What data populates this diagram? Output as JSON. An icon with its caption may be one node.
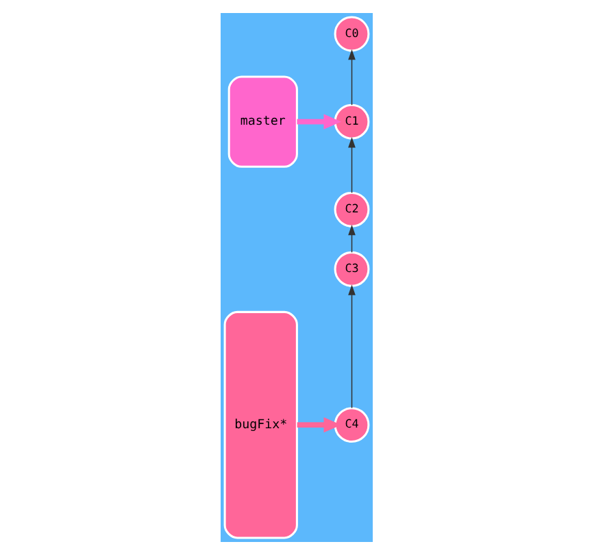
{
  "diagram": {
    "nodes": [
      {
        "text": [
          "C0"
        ]
      },
      {
        "text": [
          "C1"
        ]
      },
      {
        "text": [
          "C2"
        ]
      },
      {
        "text": [
          "C3"
        ]
      },
      {
        "text": [
          "C4"
        ]
      },
      {
        "text": [
          "master"
        ]
      },
      {
        "text": [
          "bugFix*"
        ]
      }
    ],
    "edges": [
      {
        "from": 1,
        "to": 0,
        "arrow": "to"
      },
      {
        "from": 2,
        "to": 1,
        "arrow": "to"
      },
      {
        "from": 3,
        "to": 2,
        "arrow": "to"
      },
      {
        "from": 4,
        "to": 3,
        "arrow": "to"
      },
      {
        "from": 5,
        "to": 1,
        "arrow": "to",
        "style": "thick",
        "color": "#ff66cc"
      },
      {
        "from": 6,
        "to": 4,
        "arrow": "to",
        "style": "thick",
        "color": "#ff6699"
      }
    ]
  }
}
